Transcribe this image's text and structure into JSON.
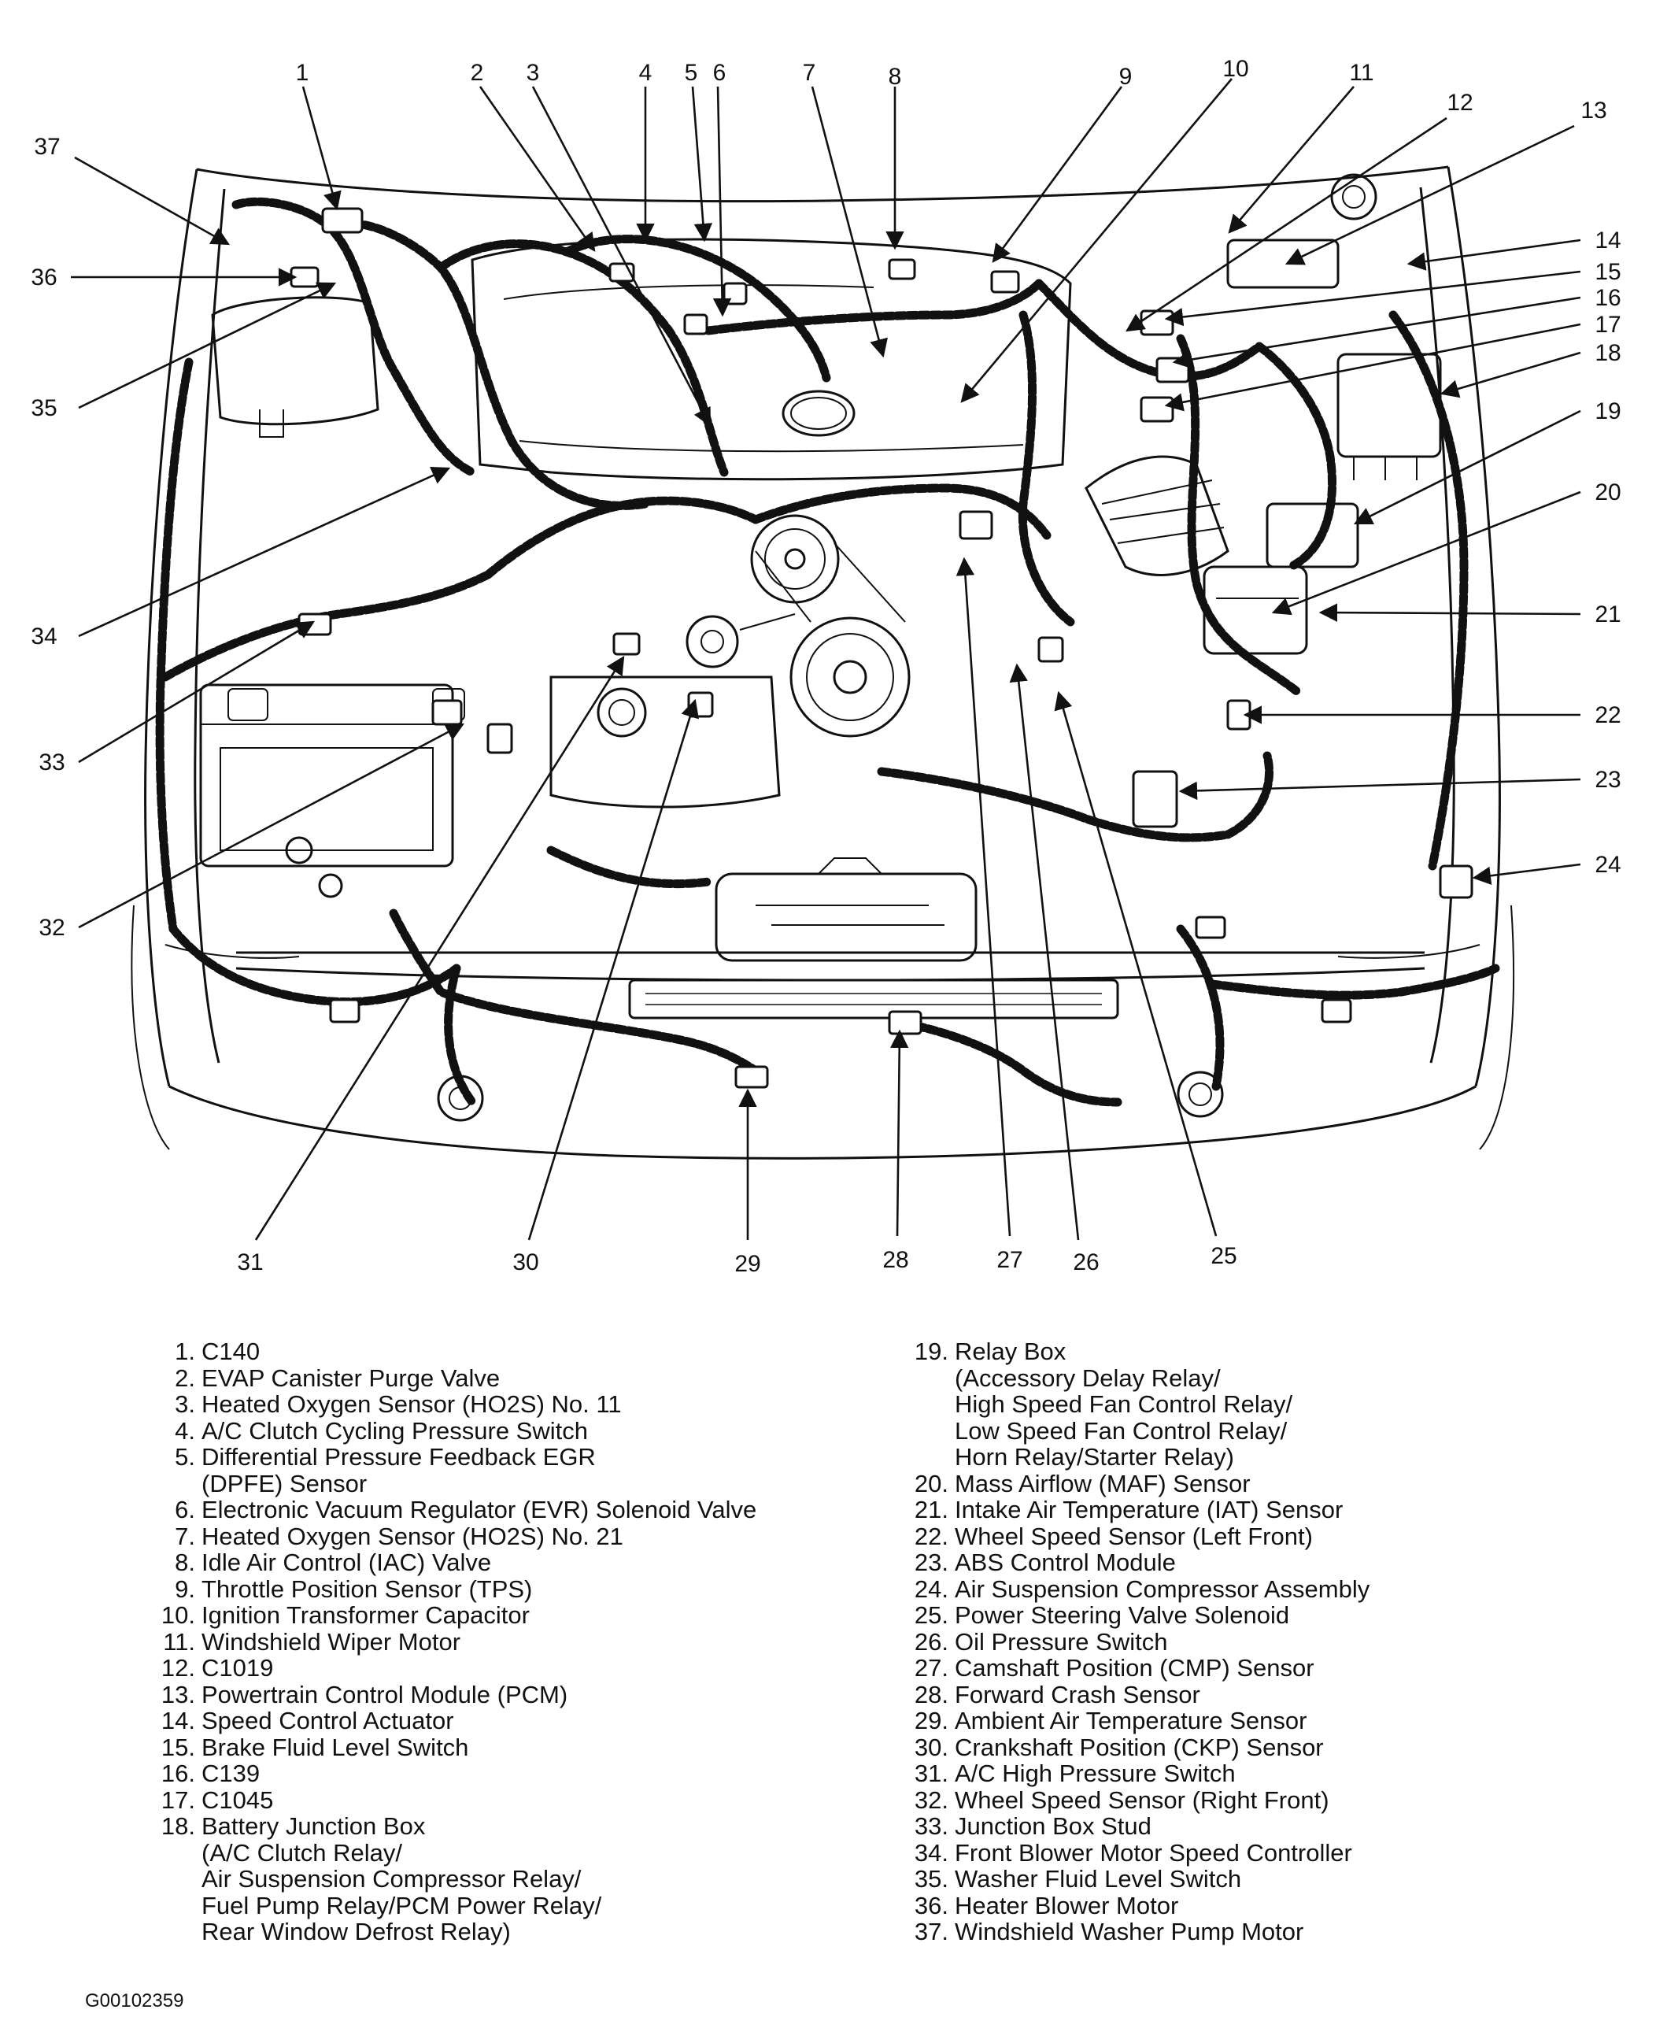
{
  "figure_code": "G00102359",
  "callouts": [
    "1",
    "2",
    "3",
    "4",
    "5",
    "6",
    "7",
    "8",
    "9",
    "10",
    "11",
    "12",
    "13",
    "14",
    "15",
    "16",
    "17",
    "18",
    "19",
    "20",
    "21",
    "22",
    "23",
    "24",
    "25",
    "26",
    "27",
    "28",
    "29",
    "30",
    "31",
    "32",
    "33",
    "34",
    "35",
    "36",
    "37"
  ],
  "legend_left": [
    {
      "num": "1.",
      "text": "C140",
      "lines": []
    },
    {
      "num": "2.",
      "text": "EVAP Canister Purge Valve",
      "lines": []
    },
    {
      "num": "3.",
      "text": "Heated Oxygen Sensor (HO2S) No. 11",
      "lines": []
    },
    {
      "num": "4.",
      "text": "A/C Clutch Cycling Pressure Switch",
      "lines": []
    },
    {
      "num": "5.",
      "text": "Differential Pressure Feedback EGR",
      "lines": [
        "(DPFE) Sensor"
      ]
    },
    {
      "num": "6.",
      "text": "Electronic Vacuum Regulator (EVR) Solenoid Valve",
      "lines": []
    },
    {
      "num": "7.",
      "text": "Heated Oxygen Sensor (HO2S) No. 21",
      "lines": []
    },
    {
      "num": "8.",
      "text": "Idle Air Control (IAC) Valve",
      "lines": []
    },
    {
      "num": "9.",
      "text": "Throttle Position Sensor (TPS)",
      "lines": []
    },
    {
      "num": "10.",
      "text": "Ignition Transformer Capacitor",
      "lines": []
    },
    {
      "num": "11.",
      "text": "Windshield Wiper Motor",
      "lines": []
    },
    {
      "num": "12.",
      "text": "C1019",
      "lines": []
    },
    {
      "num": "13.",
      "text": "Powertrain Control Module (PCM)",
      "lines": []
    },
    {
      "num": "14.",
      "text": "Speed Control Actuator",
      "lines": []
    },
    {
      "num": "15.",
      "text": "Brake Fluid Level Switch",
      "lines": []
    },
    {
      "num": "16.",
      "text": "C139",
      "lines": []
    },
    {
      "num": "17.",
      "text": "C1045",
      "lines": []
    },
    {
      "num": "18.",
      "text": "Battery Junction Box",
      "lines": [
        "(A/C Clutch Relay/",
        "Air Suspension Compressor Relay/",
        "Fuel Pump Relay/PCM Power Relay/",
        "Rear Window Defrost Relay)"
      ]
    }
  ],
  "legend_right": [
    {
      "num": "19.",
      "text": "Relay Box",
      "lines": [
        "(Accessory Delay Relay/",
        "High Speed Fan Control Relay/",
        "Low Speed Fan Control Relay/",
        "Horn Relay/Starter Relay)"
      ]
    },
    {
      "num": "20.",
      "text": "Mass Airflow (MAF) Sensor",
      "lines": []
    },
    {
      "num": "21.",
      "text": "Intake Air Temperature (IAT) Sensor",
      "lines": []
    },
    {
      "num": "22.",
      "text": "Wheel Speed Sensor (Left Front)",
      "lines": []
    },
    {
      "num": "23.",
      "text": "ABS Control Module",
      "lines": []
    },
    {
      "num": "24.",
      "text": "Air Suspension Compressor Assembly",
      "lines": []
    },
    {
      "num": "25.",
      "text": "Power Steering Valve Solenoid",
      "lines": []
    },
    {
      "num": "26.",
      "text": "Oil Pressure Switch",
      "lines": []
    },
    {
      "num": "27.",
      "text": "Camshaft Position (CMP) Sensor",
      "lines": []
    },
    {
      "num": "28.",
      "text": "Forward Crash Sensor",
      "lines": []
    },
    {
      "num": "29.",
      "text": "Ambient Air Temperature Sensor",
      "lines": []
    },
    {
      "num": "30.",
      "text": "Crankshaft Position (CKP) Sensor",
      "lines": []
    },
    {
      "num": "31.",
      "text": "A/C High Pressure Switch",
      "lines": []
    },
    {
      "num": "32.",
      "text": "Wheel Speed Sensor (Right Front)",
      "lines": []
    },
    {
      "num": "33.",
      "text": "Junction Box Stud",
      "lines": []
    },
    {
      "num": "34.",
      "text": "Front Blower Motor Speed Controller",
      "lines": []
    },
    {
      "num": "35.",
      "text": "Washer Fluid Level Switch",
      "lines": []
    },
    {
      "num": "36.",
      "text": "Heater Blower Motor",
      "lines": []
    },
    {
      "num": "37.",
      "text": "Windshield Washer Pump Motor",
      "lines": []
    }
  ]
}
